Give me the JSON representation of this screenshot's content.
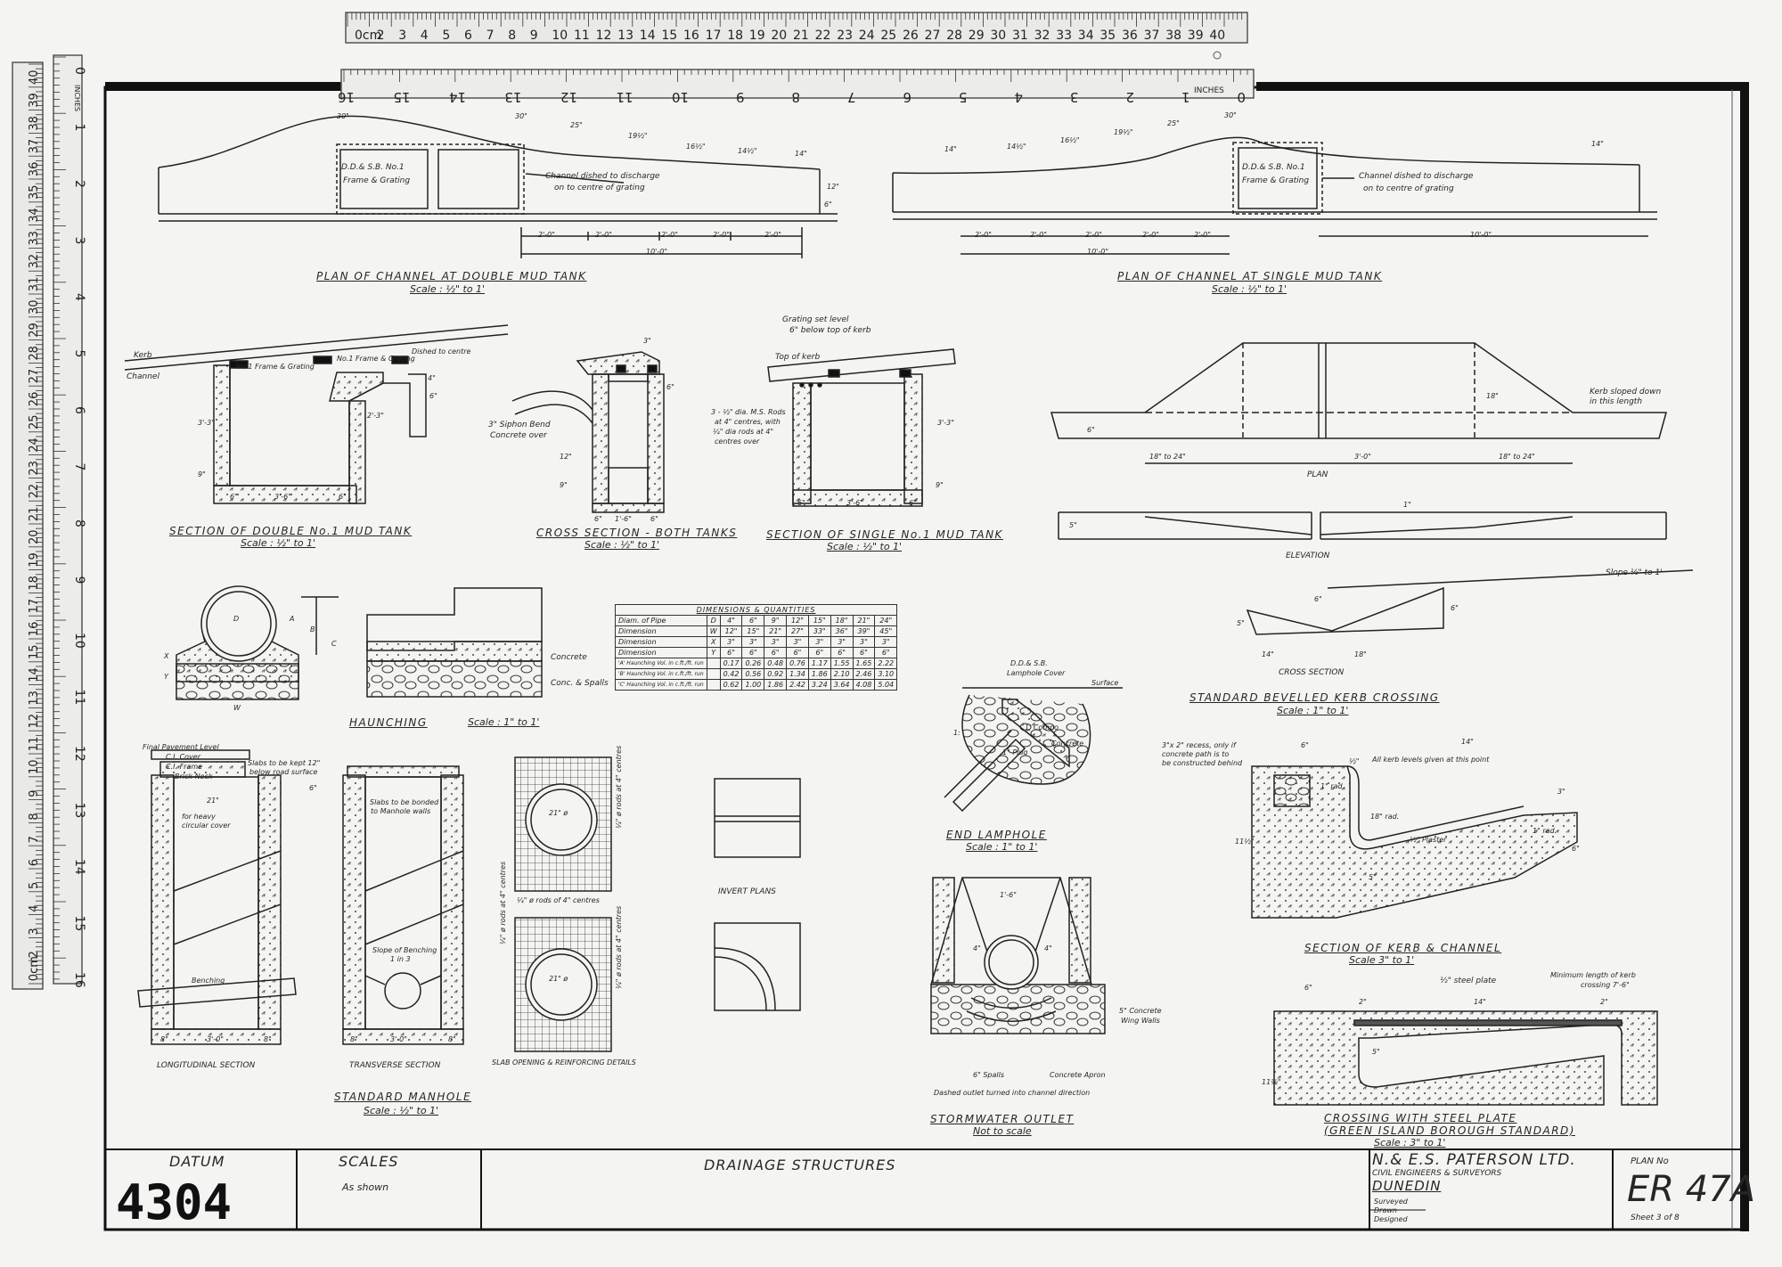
{
  "rulers": {
    "top_cm": [
      "0cm",
      "2",
      "3",
      "4",
      "5",
      "6",
      "7",
      "8",
      "9",
      "10",
      "11",
      "12",
      "13",
      "14",
      "15",
      "16",
      "17",
      "18",
      "19",
      "20",
      "21",
      "22",
      "23",
      "24",
      "25",
      "26",
      "27",
      "28",
      "29",
      "30",
      "31",
      "32",
      "33",
      "34",
      "35",
      "36",
      "37",
      "38",
      "39",
      "40"
    ],
    "top_inches_label": "INCHES",
    "top_inches": [
      "16",
      "15",
      "14",
      "13",
      "12",
      "11",
      "10",
      "9",
      "8",
      "7",
      "6",
      "5",
      "4",
      "3",
      "2",
      "1",
      "0"
    ],
    "left_cm": [
      "40",
      "39",
      "38",
      "37",
      "36",
      "35",
      "34",
      "33",
      "32",
      "31",
      "30",
      "29",
      "28",
      "27",
      "26",
      "25",
      "24",
      "23",
      "22",
      "21",
      "20",
      "19",
      "18",
      "17",
      "16",
      "15",
      "14",
      "13",
      "12",
      "11",
      "10",
      "9",
      "8",
      "7",
      "6",
      "5",
      "4",
      "3",
      "2",
      "0cm"
    ],
    "left_inches_label": "INCHES",
    "left_inches": [
      "0",
      "1",
      "2",
      "3",
      "4",
      "5",
      "6",
      "7",
      "8",
      "9",
      "10",
      "11",
      "12",
      "13",
      "14",
      "15",
      "16"
    ]
  },
  "plan_double": {
    "frame_label_1": "D.D.& S.B. No.1",
    "frame_label_2": "Frame & Grating",
    "note_1": "Channel dished to discharge",
    "note_2": "on to centre of grating",
    "dims": [
      "2'-0\"",
      "2'-0\"",
      "2'-0\"",
      "2'-0\"",
      "2'-0\""
    ],
    "total_dim": "10'-0\"",
    "levels": [
      "30\"",
      "30\"",
      "25\"",
      "19½\"",
      "16½\"",
      "14½\"",
      "14\""
    ],
    "side_dims": [
      "6\"",
      "12\""
    ],
    "title": "PLAN OF CHANNEL AT DOUBLE MUD TANK",
    "scale": "Scale : ½\" to 1'"
  },
  "plan_single": {
    "frame_label_1": "D.D.& S.B. No.1",
    "frame_label_2": "Frame & Grating",
    "note_1": "Channel dished to discharge",
    "note_2": "on to centre of grating",
    "dims": [
      "2'-0\"",
      "2'-0\"",
      "2'-0\"",
      "2'-0\"",
      "2'-0\""
    ],
    "total_dim_left": "10'-0\"",
    "total_dim_right": "10'-0\"",
    "levels": [
      "14\"",
      "14½\"",
      "16½\"",
      "19½\"",
      "25\"",
      "30\"",
      "14\""
    ],
    "title": "PLAN OF CHANNEL AT SINGLE MUD TANK",
    "scale": "Scale : ½\" to 1'"
  },
  "section_double": {
    "kerb": "Kerb",
    "channel": "Channel",
    "frame_1": "No.1 Frame & Grating",
    "frame_2": "No.1 Frame & Grating",
    "dished": "Dished to centre",
    "dims": [
      "6\"",
      "3'-6\"",
      "6\"",
      "3'-3\"",
      "9\"",
      "2'-3\"",
      "6\"",
      "4\""
    ],
    "title": "SECTION OF DOUBLE No.1 MUD TANK",
    "scale": "Scale : ½\" to 1'"
  },
  "cross_section": {
    "siphon": "3\" Siphon Bend",
    "concrete": "Concrete over",
    "dims": [
      "6\"",
      "1'-6\"",
      "6\"",
      "3\"",
      "12\"",
      "6\"",
      "9\""
    ],
    "title": "CROSS SECTION - BOTH TANKS",
    "scale": "Scale : ½\" to 1'"
  },
  "section_single": {
    "grating_note_1": "Grating set level",
    "grating_note_2": "6\" below top of kerb",
    "top_of_kerb": "Top of kerb",
    "rods_1": "3 - ½\" dia. M.S. Rods",
    "rods_2": "at 4\" centres, with",
    "rods_3": "¼\" dia rods at 4\"",
    "rods_4": "centres over",
    "dims": [
      "6\"",
      "3'-6\"",
      "6\"",
      "3'-3\"",
      "9\""
    ],
    "title": "SECTION OF SINGLE No.1 MUD TANK",
    "scale": "Scale : ½\" to 1'"
  },
  "bevelled_kerb": {
    "plan_dims": [
      "18\" to 24\"",
      "3'-0\"",
      "18\" to 24\""
    ],
    "plan_side": [
      "6\"",
      "18\""
    ],
    "kerb_note_1": "Kerb sloped down",
    "kerb_note_2": "in this length",
    "plan_label": "PLAN",
    "elev_dims": [
      "5\"",
      "1\""
    ],
    "elevation_label": "ELEVATION",
    "slope": "Slope ½\" to 1'",
    "cs_dims": [
      "14\"",
      "18\"",
      "5\"",
      "6\"",
      "6\""
    ],
    "cross_section_label": "CROSS SECTION",
    "title": "STANDARD BEVELLED KERB CROSSING",
    "scale": "Scale : 1\" to 1'"
  },
  "haunching": {
    "labels": [
      "A",
      "B",
      "C",
      "D",
      "X",
      "Y",
      "W"
    ],
    "concrete": "Concrete",
    "spalls": "Conc. & Spalls",
    "title": "HAUNCHING",
    "scale": "Scale : 1\" to 1'"
  },
  "dimensions_table": {
    "title": "DIMENSIONS & QUANTITIES",
    "rows": [
      [
        "Diam. of Pipe",
        "D",
        "4\"",
        "6\"",
        "9\"",
        "12\"",
        "15\"",
        "18\"",
        "21\"",
        "24\""
      ],
      [
        "Dimension",
        "W",
        "12\"",
        "15\"",
        "21\"",
        "27\"",
        "33\"",
        "36\"",
        "39\"",
        "45\""
      ],
      [
        "Dimension",
        "X",
        "3\"",
        "3\"",
        "3\"",
        "3\"",
        "3\"",
        "3\"",
        "3\"",
        "3\""
      ],
      [
        "Dimension",
        "Y",
        "6\"",
        "6\"",
        "6\"",
        "6\"",
        "6\"",
        "6\"",
        "6\"",
        "6\""
      ],
      [
        "'A' Haunching Vol. in c.ft./ft. run",
        "",
        "0.17",
        "0.26",
        "0.48",
        "0.76",
        "1.17",
        "1.55",
        "1.65",
        "2.22"
      ],
      [
        "'B' Haunching Vol. in c.ft./ft. run",
        "",
        "0.42",
        "0.56",
        "0.92",
        "1.34",
        "1.86",
        "2.10",
        "2.46",
        "3.10"
      ],
      [
        "'C' Haunching Vol. in c.ft./ft. run",
        "",
        "0.62",
        "1.00",
        "1.86",
        "2.42",
        "3.24",
        "3.64",
        "4.08",
        "5.04"
      ]
    ]
  },
  "manhole": {
    "top_1": "Final Pavement Level",
    "top_2": "C.I. Cover",
    "top_3": "C.I. Frame",
    "top_4": "Brick Neck",
    "slabs_note_1": "Slabs to be kept 12\"",
    "slabs_note_2": "below road surface",
    "for_heavy_1": "for heavy",
    "for_heavy_2": "circular cover",
    "slabs_bonded_1": "Slabs to be bonded",
    "slabs_bonded_2": "to Manhole walls",
    "slope_1": "Slope of Benching",
    "slope_2": "1 in 3",
    "benching": "Benching",
    "dims_long": [
      "8\"",
      "3'-0\"",
      "8\"",
      "21\"",
      "6\""
    ],
    "dims_trans": [
      "8\"",
      "3'-0\"",
      "8\""
    ],
    "long_label": "LONGITUDINAL SECTION",
    "trans_label": "TRANSVERSE SECTION",
    "slab_label": "SLAB OPENING & REINFORCING DETAILS",
    "slab_rods_1": "¼\" ø rods at 4\" centres",
    "slab_rods_2": "¼\" ø rods of 4\" centres",
    "slab_rods_3": "¼\" ø rods at 4\" centres",
    "slab_rods_4": "¼\" ø rods at 4\" centres",
    "slab_dia_1": "21\" ø",
    "slab_dia_2": "21\" ø",
    "title": "STANDARD MANHOLE",
    "scale": "Scale : ½\" to 1'"
  },
  "invert": {
    "label": "INVERT PLANS"
  },
  "lamphole": {
    "cover_1": "D.D.& S.B.",
    "cover_2": "Lamphole Cover",
    "surface": "Surface",
    "compo": "1' Compo",
    "plug": "1\" Plug",
    "concrete": "Concrete",
    "ratio": "1:",
    "title": "END LAMPHOLE",
    "scale": "Scale : 1\" to 1'"
  },
  "stormwater": {
    "dims": [
      "4\"",
      "4\"",
      "1'-6\""
    ],
    "wing_1": "5\" Concrete",
    "wing_2": "Wing Walls",
    "spalls": "6\" Spalls",
    "apron": "Concrete Apron",
    "dashed": "Dashed outlet turned into channel direction",
    "title": "STORMWATER OUTLET",
    "scale": "Not to scale"
  },
  "kerb_channel": {
    "recess_1": "3\"x 2\" recess, only if",
    "recess_2": "concrete path is to",
    "recess_3": "be constructed behind",
    "all_levels": "All kerb levels given at this point",
    "rad_1": "1\" rad.",
    "rad_2": "18\" rad.",
    "rad_3": "1\" rad.",
    "plaster": "½\" Plaster",
    "dims": [
      "6\"",
      "14\"",
      "½\"",
      "11½\"",
      "3\"",
      "5\"",
      "6\""
    ],
    "title": "SECTION OF KERB & CHANNEL",
    "scale": "Scale 3\" to 1'"
  },
  "steel_plate": {
    "plate": "½\" steel plate",
    "min_1": "Minimum length of kerb",
    "min_2": "crossing 7'-6\"",
    "dims": [
      "6\"",
      "2\"",
      "14\"",
      "2\"",
      "11½\"",
      "5\""
    ],
    "title_1": "CROSSING WITH STEEL PLATE",
    "title_2": "(GREEN ISLAND BOROUGH STANDARD)",
    "scale": "Scale : 3\" to 1'"
  },
  "title_block": {
    "datum_label": "DATUM",
    "datum_number": "4304",
    "scales_label": "SCALES",
    "scales_value": "As shown",
    "drawing_title": "DRAINAGE STRUCTURES",
    "company": "N.& E.S. PATERSON LTD.",
    "company_sub": "CIVIL ENGINEERS & SURVEYORS",
    "city": "DUNEDIN",
    "surveyed": "Surveyed",
    "drawn": "Drawn",
    "designed": "Designed",
    "plan_no_label": "PLAN No",
    "plan_no": "ER 47A",
    "sheet": "Sheet 3 of 8"
  },
  "colors": {
    "ink": "#262626",
    "paper": "#f4f4f2",
    "ruler": "#e7e7e3"
  }
}
